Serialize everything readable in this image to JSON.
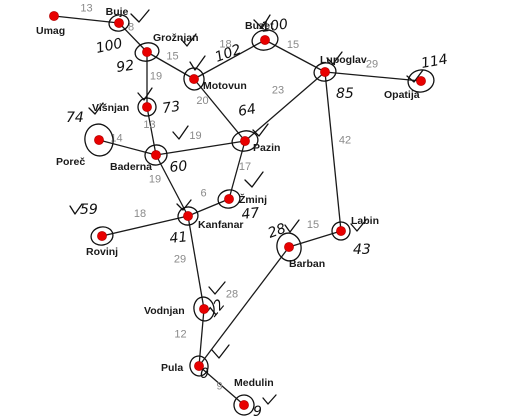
{
  "graph": {
    "nodes": [
      {
        "id": "umag",
        "label": "Umag",
        "value": ""
      },
      {
        "id": "buje",
        "label": "Buje",
        "value": "100"
      },
      {
        "id": "groznjan",
        "label": "Grožnjan",
        "value": "92"
      },
      {
        "id": "buzet",
        "label": "Buzet",
        "value": "100"
      },
      {
        "id": "motovun",
        "label": "Motovun",
        "value": "102"
      },
      {
        "id": "lupoglav",
        "label": "Lupoglav",
        "value": "85"
      },
      {
        "id": "opatija",
        "label": "Opatija",
        "value": "114"
      },
      {
        "id": "visnjan",
        "label": "Višnjan",
        "value": "73"
      },
      {
        "id": "porec",
        "label": "Poreč",
        "value": "74"
      },
      {
        "id": "baderna",
        "label": "Baderna",
        "value": "60"
      },
      {
        "id": "pazin",
        "label": "Pazin",
        "value": "64"
      },
      {
        "id": "zminj",
        "label": "Žminj",
        "value": "47"
      },
      {
        "id": "kanfanar",
        "label": "Kanfanar",
        "value": "41"
      },
      {
        "id": "rovinj",
        "label": "Rovinj",
        "value": "59"
      },
      {
        "id": "labin",
        "label": "Labin",
        "value": "43"
      },
      {
        "id": "barban",
        "label": "Barban",
        "value": "28"
      },
      {
        "id": "vodnjan",
        "label": "Vodnjan",
        "value": "12"
      },
      {
        "id": "pula",
        "label": "Pula",
        "value": "0"
      },
      {
        "id": "medulin",
        "label": "Medulin",
        "value": "9"
      }
    ],
    "edges": [
      {
        "from": "umag",
        "to": "buje",
        "weight": "13"
      },
      {
        "from": "buje",
        "to": "groznjan",
        "weight": "8"
      },
      {
        "from": "groznjan",
        "to": "motovun",
        "weight": "15"
      },
      {
        "from": "groznjan",
        "to": "visnjan",
        "weight": "19"
      },
      {
        "from": "buzet",
        "to": "motovun",
        "weight": "18"
      },
      {
        "from": "buzet",
        "to": "lupoglav",
        "weight": "15"
      },
      {
        "from": "lupoglav",
        "to": "opatija",
        "weight": "29"
      },
      {
        "from": "lupoglav",
        "to": "pazin",
        "weight": "23"
      },
      {
        "from": "lupoglav",
        "to": "labin",
        "weight": "42"
      },
      {
        "from": "motovun",
        "to": "pazin",
        "weight": "20"
      },
      {
        "from": "visnjan",
        "to": "baderna",
        "weight": "13"
      },
      {
        "from": "porec",
        "to": "baderna",
        "weight": "14"
      },
      {
        "from": "baderna",
        "to": "pazin",
        "weight": "19"
      },
      {
        "from": "baderna",
        "to": "kanfanar",
        "weight": "19"
      },
      {
        "from": "pazin",
        "to": "zminj",
        "weight": "17"
      },
      {
        "from": "zminj",
        "to": "kanfanar",
        "weight": "6"
      },
      {
        "from": "kanfanar",
        "to": "rovinj",
        "weight": "18"
      },
      {
        "from": "kanfanar",
        "to": "vodnjan",
        "weight": "29"
      },
      {
        "from": "labin",
        "to": "barban",
        "weight": "15"
      },
      {
        "from": "barban",
        "to": "pula",
        "weight": "28"
      },
      {
        "from": "vodnjan",
        "to": "pula",
        "weight": "12"
      },
      {
        "from": "pula",
        "to": "medulin",
        "weight": "9"
      }
    ]
  }
}
